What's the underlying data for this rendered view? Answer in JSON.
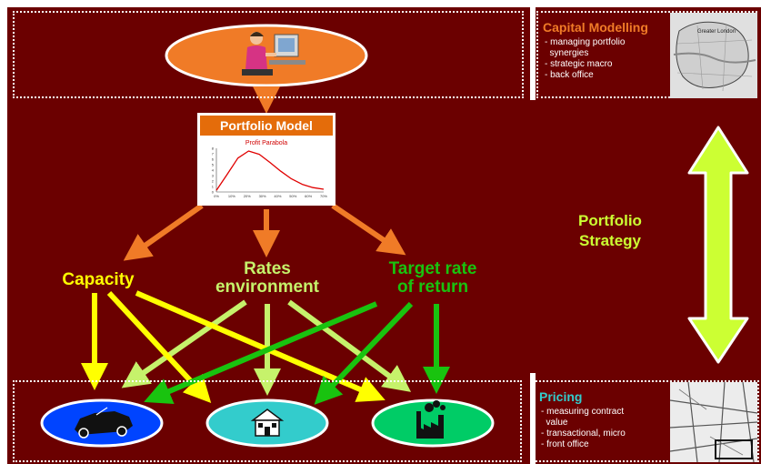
{
  "colors": {
    "background": "#6b0000",
    "orange": "#f07b27",
    "yellow": "#ffff00",
    "light_green": "#c6f26b",
    "green": "#19c30f",
    "lime_arrow": "#ccff33",
    "car_oval": "#0044ff",
    "house_oval": "#33cccc",
    "factory_oval": "#00cc66"
  },
  "top_node": {
    "icon": "person-at-computer-icon"
  },
  "portfolio_model": {
    "title": "Portfolio Model",
    "chart_data": {
      "type": "line",
      "title": "Profit Parabola",
      "series": [
        {
          "values": [
            0.3,
            3.2,
            6.2,
            7.5,
            6.9,
            5.4,
            3.8,
            2.4,
            1.4,
            0.8,
            0.5
          ]
        }
      ],
      "ylim": [
        0,
        8
      ],
      "yticks": [
        "8",
        "7",
        "6",
        "5",
        "4",
        "3",
        "2",
        "1",
        "0"
      ],
      "xticks": [
        "0%",
        "10%",
        "20%",
        "30%",
        "40%",
        "50%",
        "60%",
        "70%"
      ]
    }
  },
  "factors": {
    "capacity": "Capacity",
    "rates_line1": "Rates",
    "rates_line2": "environment",
    "target_line1": "Target rate",
    "target_line2": "of return"
  },
  "portfolio_strategy": {
    "line1": "Portfolio",
    "line2": "Strategy"
  },
  "capital_modelling": {
    "title": "Capital Modelling",
    "items": [
      "- managing portfolio",
      "  synergies",
      "- strategic macro",
      "- back office"
    ],
    "map_label": "Greater London"
  },
  "pricing": {
    "title": "Pricing",
    "items": [
      "- measuring contract",
      "  value",
      "- transactional, micro",
      "- front office"
    ]
  },
  "bottom_nodes": [
    {
      "icon": "car-icon"
    },
    {
      "icon": "house-icon"
    },
    {
      "icon": "factory-icon"
    }
  ]
}
